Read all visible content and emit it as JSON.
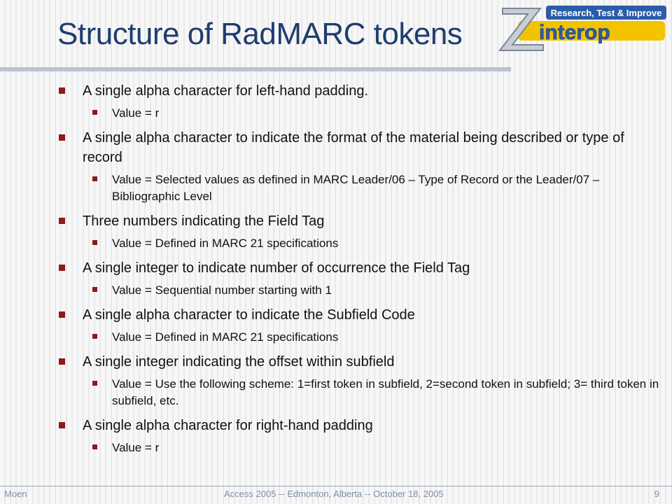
{
  "slide": {
    "title": "Structure of RadMARC tokens"
  },
  "logo": {
    "tagline": "Research, Test & Improve",
    "wordmark": "Zinterop"
  },
  "bullets": [
    {
      "text": "A single alpha character for left-hand padding.",
      "sub": "Value = r"
    },
    {
      "text": "A single alpha character to indicate the format of the material being described or type of record",
      "sub": "Value = Selected values as defined in MARC Leader/06 – Type of Record or the Leader/07 – Bibliographic Level"
    },
    {
      "text": "Three numbers indicating the Field Tag",
      "sub": "Value = Defined in MARC 21 specifications"
    },
    {
      "text": "A single integer to indicate number of occurrence the Field Tag",
      "sub": "Value = Sequential number starting with 1"
    },
    {
      "text": "A single alpha character to indicate the Subfield Code",
      "sub": "Value = Defined in MARC 21 specifications"
    },
    {
      "text": "A single integer indicating the offset within subfield",
      "sub": "Value = Use the following scheme: 1=first token in subfield, 2=second token in subfield; 3= third token in subfield, etc."
    },
    {
      "text": "A single alpha character for right-hand padding",
      "sub": "Value = r"
    }
  ],
  "footer": {
    "author": "Moen",
    "event": "Access 2005 -- Edmonton, Alberta -- October 18, 2005",
    "page": "9"
  },
  "colors": {
    "title": "#1f3d6e",
    "bullet": "#8b1a1a",
    "footer": "#7d8eaa",
    "logo_yellow": "#f2c400",
    "logo_blue": "#2b5ca8"
  }
}
